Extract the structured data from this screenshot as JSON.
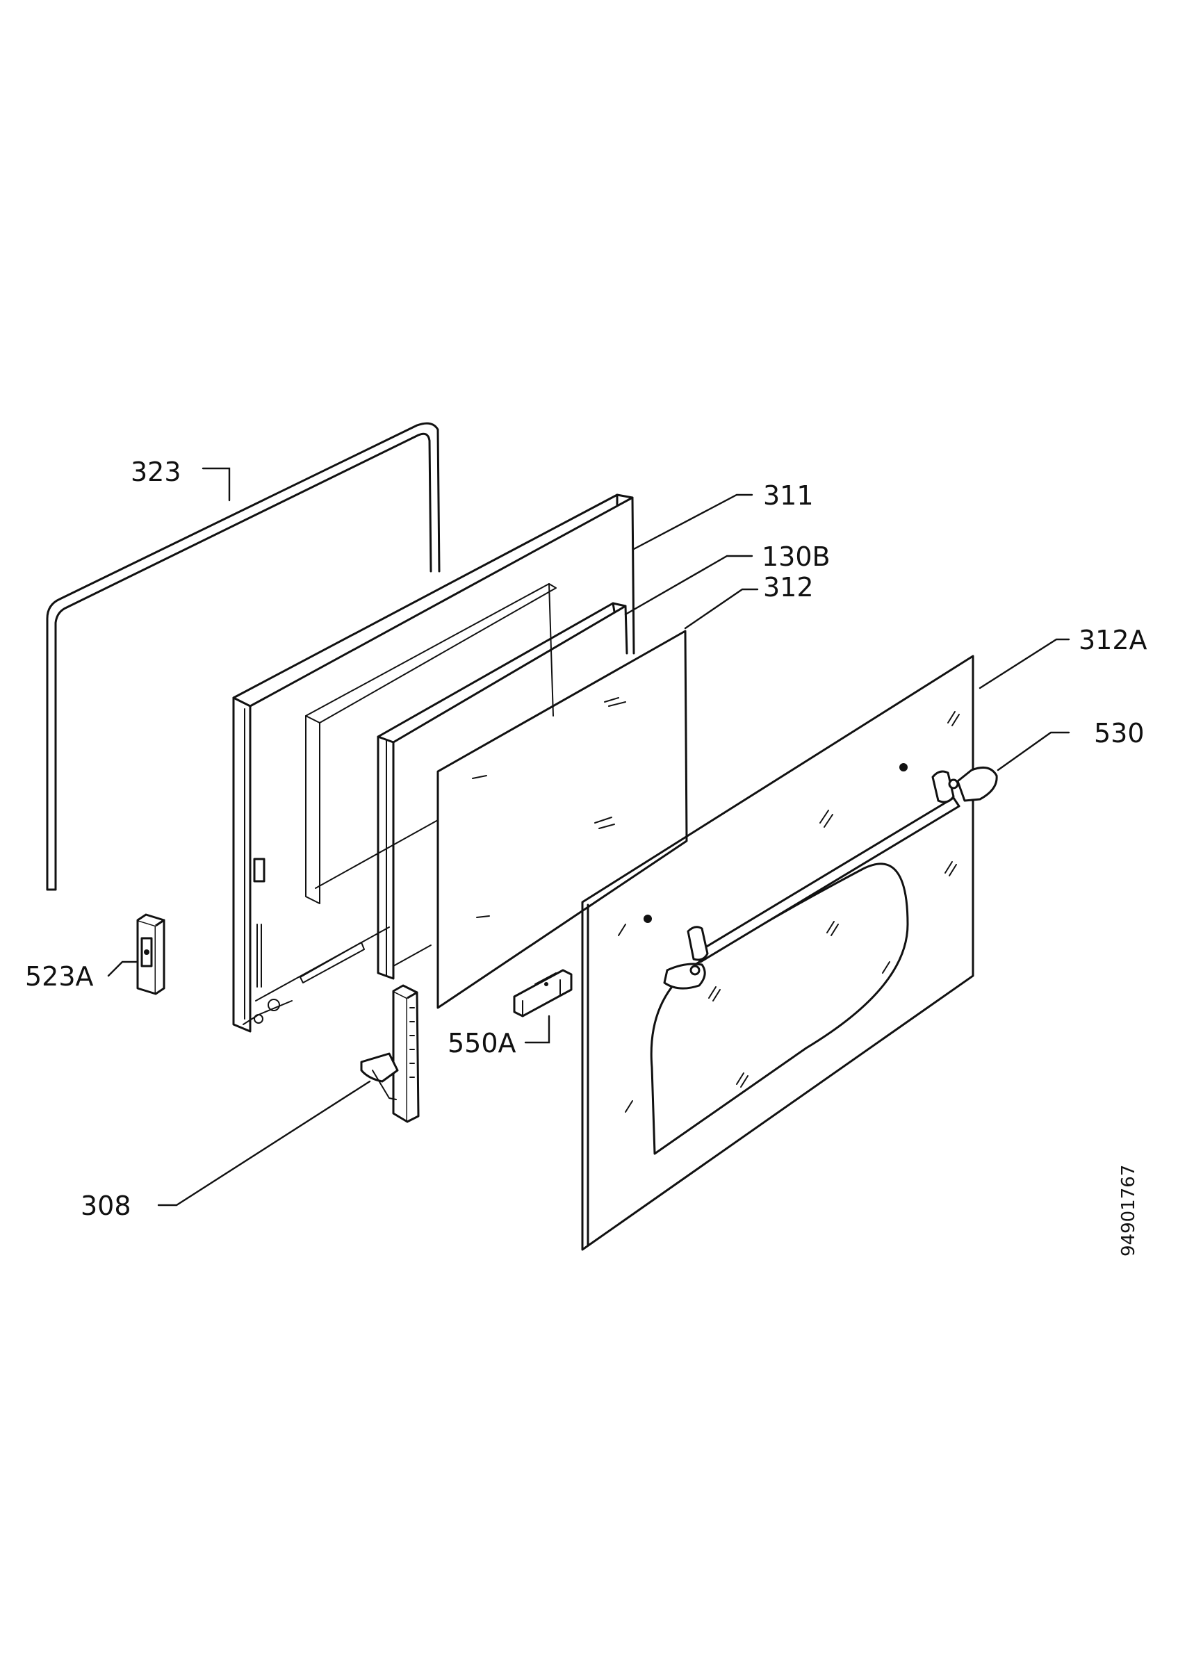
{
  "parts": [
    {
      "id": "323",
      "label": "323"
    },
    {
      "id": "311",
      "label": "311"
    },
    {
      "id": "130B",
      "label": "130B"
    },
    {
      "id": "312",
      "label": "312"
    },
    {
      "id": "312A",
      "label": "312A"
    },
    {
      "id": "530",
      "label": "530"
    },
    {
      "id": "523A",
      "label": "523A"
    },
    {
      "id": "550A",
      "label": "550A"
    },
    {
      "id": "308",
      "label": "308"
    }
  ],
  "document_number": "94901767"
}
